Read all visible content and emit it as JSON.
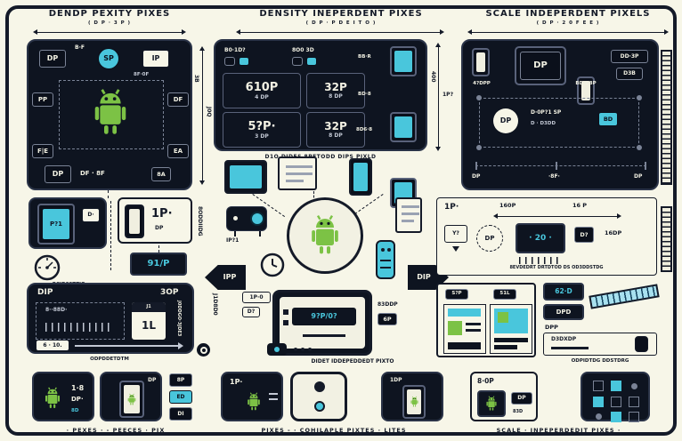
{
  "headers": {
    "left": {
      "title": "DENDP PEXITY PIXES",
      "sub": "( D P · 3 P )"
    },
    "center": {
      "title": "DENSITY INEPERDENT PIXES",
      "sub": "( D P · P D E I T O )"
    },
    "right": {
      "title": "SCALE INDEPERDENT PIXELS",
      "sub": "( D P · 2 0 F E E )"
    }
  },
  "density_panel": {
    "chip_dp": "DP",
    "label_bf": "B·F",
    "chip_sp": "SP",
    "chip_ip": "IP",
    "label_bfdf": "8F·0F",
    "tag_pp": "PP",
    "tag_df": "DF",
    "tag_fe": "F|E",
    "tag_ea": "EA",
    "bottom_chip": "DP",
    "bottom_text": "DF · 8F",
    "bottom_chip2": "8A"
  },
  "side_dim": {
    "a": "3B",
    "b": "J0Q"
  },
  "grid_panel": {
    "r1c1": "B0·1D?",
    "r1c2": "8O0 3D",
    "cells": [
      {
        "big": "610P",
        "small": "4 DP"
      },
      {
        "big": "32P",
        "small": "8 DP"
      },
      {
        "big": "5?P·",
        "small": "3 DP"
      },
      {
        "big": "32P",
        "small": "8 DP"
      }
    ],
    "phone_labels": [
      "BB·R",
      "BD·8",
      "8D6·8"
    ],
    "caption": "D1O DIDES 8PETODD DIPS PIXLD"
  },
  "mid_dim": {
    "vert": "400",
    "tag": "1P?"
  },
  "scale_panel": {
    "phone1_label": "4?DPP",
    "tablet_text": "DP",
    "phone2_label": "BD·D8P",
    "chip1": "DD·3P",
    "chip2": "D3B",
    "circle_dp": "DP",
    "line1": "D·0P?1 SP",
    "line2": "D · D3DD",
    "chip_bd": "BD",
    "axis_left": "DP",
    "axis_mid": "·8F·",
    "axis_right": "DP"
  },
  "device_panel": {
    "screen": "P?1",
    "chip": "D·",
    "caption": "OCIDSSTTIQ"
  },
  "phone_card": {
    "big": "1P·",
    "small": "DP",
    "box": "91/P",
    "side_text": "8ODDIIDG"
  },
  "dip_panel": {
    "title_left": "DIP",
    "title_right": "3OP",
    "dash_text": "8··88D·",
    "cal_header": "J1",
    "cal_text": "1L",
    "side_text": "J0DDGO·3JDE3",
    "scale_label": "6 · 10.",
    "caption": "ODPDDETDTM"
  },
  "center_diagram": {
    "left_arrow": "IPP",
    "right_arrow": "DIP",
    "cam_label": "IP?1",
    "side_text": "J1D8D0",
    "phone_tag1": "1P·0",
    "phone_tag2": "D?",
    "screen_text": "9?P/0?",
    "right_text": "83DDP",
    "right_chip": "6P",
    "caption": "DIDET IDDEPEDDEDT PIXTO"
  },
  "metric_strip": {
    "tag": "1P·",
    "ruler_left": "160P",
    "ruler_right": "16 P",
    "chip_y": "Y?",
    "circle": "DP",
    "box": "· 20 ·",
    "chip_d": "D?",
    "label_16dp": "16DP",
    "caption": "8EVDEDRT DRTDTOD DS OD3DDSTDG"
  },
  "mock_card": {
    "tab1": "S?P",
    "tab2": "51L"
  },
  "right_stack": {
    "chip1": "62·D",
    "chip2": "DPD",
    "label": "DPP",
    "card_text": "D3DXDP",
    "caption": "ODPIDTDG DDSTDRG"
  },
  "bottom_cards": {
    "c1_line1": "1·8",
    "c1_line2": "DP·",
    "c1_chip": "8D",
    "c2_tag": "DP",
    "badges": [
      "8P",
      "ED",
      "DI"
    ],
    "c3_tag": "1P·",
    "c5_tag": "1DP",
    "c6_title": "8·0P",
    "c6_chip": "DP",
    "c6_small": "83D"
  },
  "footer": {
    "left": "· PEXES ·   - PEECES ·   PIX",
    "center": "PIXES -   · COHILAPLE PIXTES   · LITES",
    "right": "SCALE · INPEPERDEDIT PIXES ·"
  }
}
